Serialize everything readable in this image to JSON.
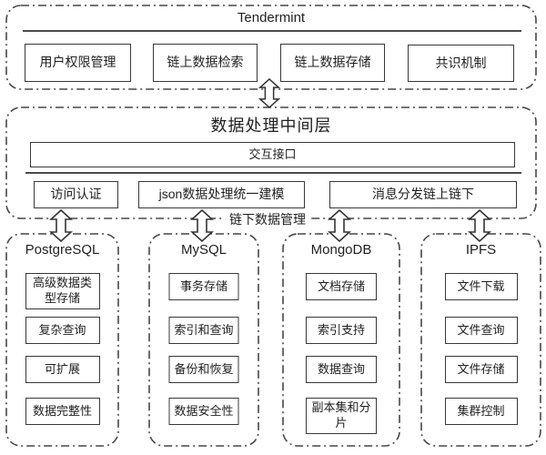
{
  "top": {
    "title": "Tendermint",
    "boxes": [
      "用户权限管理",
      "链上数据检索",
      "链上数据存储",
      "共识机制"
    ]
  },
  "middle": {
    "title": "数据处理中间层",
    "interface_label": "交互接口",
    "boxes": [
      "访问认证",
      "json数据处理统一建模",
      "消息分发链上链下"
    ],
    "bottom_label": "链下数据管理"
  },
  "bottom": {
    "columns": [
      {
        "title": "PostgreSQL",
        "items": [
          "高级数据类型存储",
          "复杂查询",
          "可扩展",
          "数据完整性"
        ]
      },
      {
        "title": "MySQL",
        "items": [
          "事务存储",
          "索引和查询",
          "备份和恢复",
          "数据安全性"
        ]
      },
      {
        "title": "MongoDB",
        "items": [
          "文档存储",
          "索引支持",
          "数据查询",
          "副本集和分片"
        ]
      },
      {
        "title": "IPFS",
        "items": [
          "文件下载",
          "文件查询",
          "文件存储",
          "集群控制"
        ]
      }
    ]
  },
  "colors": {
    "background": "#ffffff",
    "text": "#1f1f1f",
    "box_border": "#383838",
    "frame_border": "#474747",
    "divider_line": "#4a4a4a"
  }
}
